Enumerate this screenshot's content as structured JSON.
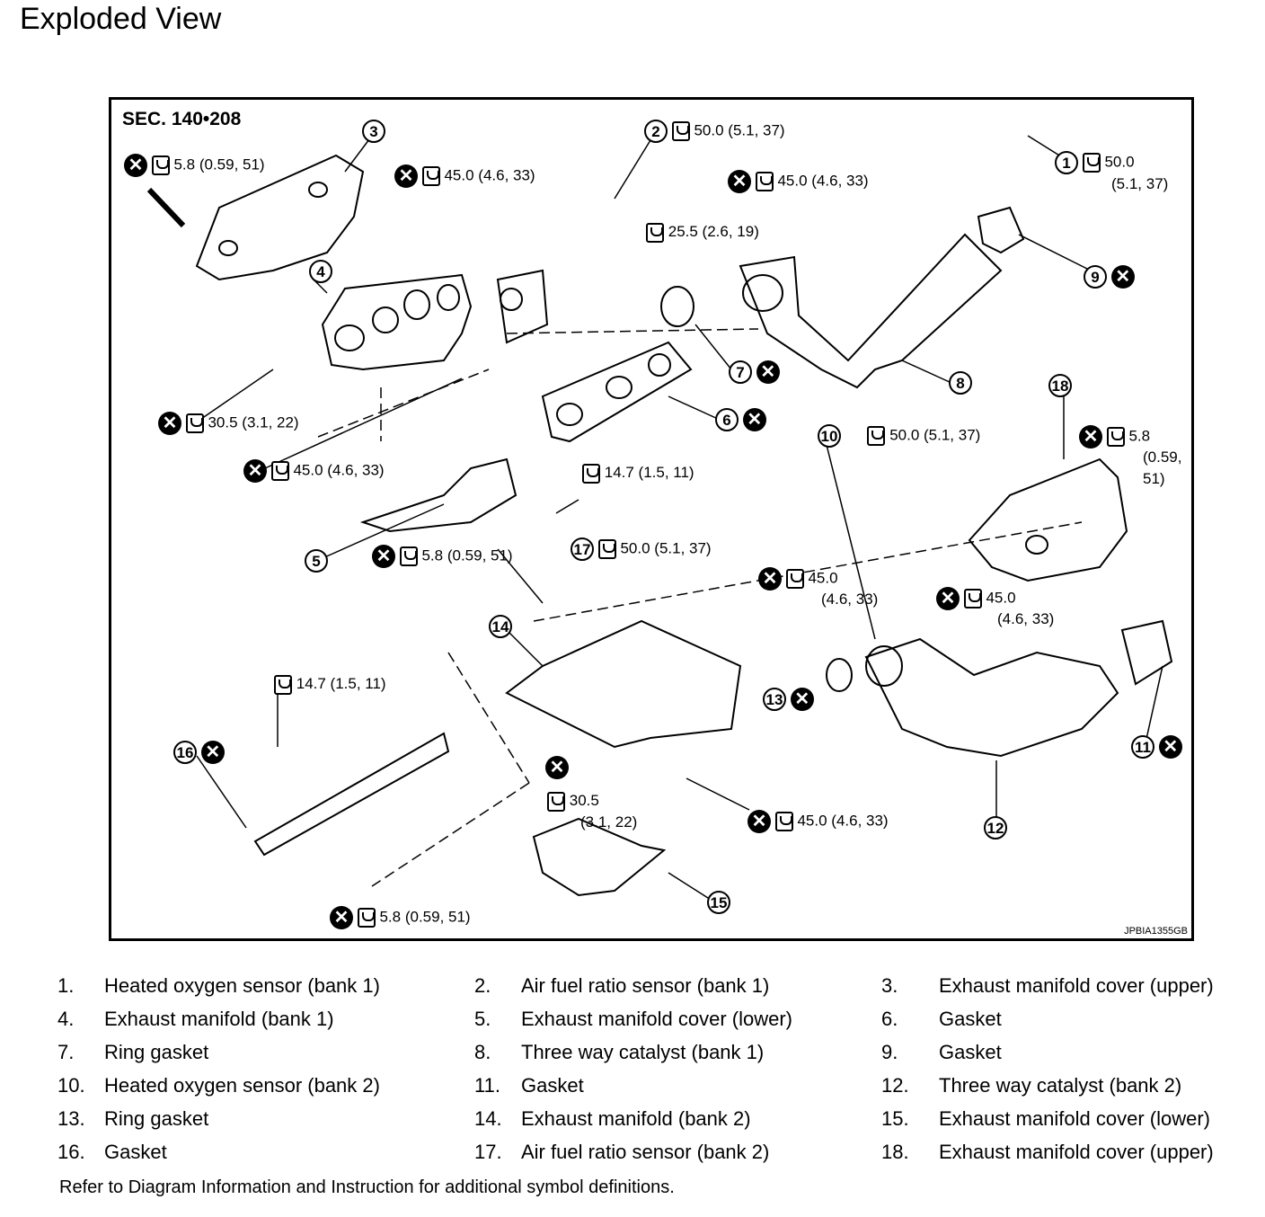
{
  "title": "Exploded View",
  "diagram": {
    "section": "SEC. 140•208",
    "ref_code": "JPBIA1355GB",
    "callouts": {
      "c1_num": "1",
      "c1_torque": "50.0",
      "c1_torque2": "(5.1, 37)",
      "c2_num": "2",
      "c2_torque": "50.0 (5.1, 37)",
      "c3_num": "3",
      "t_58_top": "5.8 (0.59, 51)",
      "t_45_a": "45.0 (4.6, 33)",
      "t_45_b": "45.0 (4.6, 33)",
      "t_255": "25.5 (2.6, 19)",
      "c4_num": "4",
      "c9_num": "9",
      "c7_num": "7",
      "c8_num": "8",
      "t_305": "30.5 (3.1, 22)",
      "c6_num": "6",
      "t_45_c": "45.0 (4.6, 33)",
      "t_147_a": "14.7 (1.5, 11)",
      "c10_num": "10",
      "c10_torque": "50.0 (5.1, 37)",
      "c18_num": "18",
      "t_58_r1": "5.8",
      "t_58_r2": "(0.59,",
      "t_58_r3": "51)",
      "c5_num": "5",
      "t_58_mid": "5.8 (0.59, 51)",
      "c17_num": "17",
      "c17_torque": "50.0 (5.1, 37)",
      "t_45_d1": "45.0",
      "t_45_d2": "(4.6, 33)",
      "t_45_e1": "45.0",
      "t_45_e2": "(4.6, 33)",
      "c14_num": "14",
      "t_147_b": "14.7 (1.5, 11)",
      "c13_num": "13",
      "c16_num": "16",
      "c11_num": "11",
      "t_305_b1": "30.5",
      "t_305_b2": "(3.1, 22)",
      "c12_num": "12",
      "t_45_f": "45.0 (4.6, 33)",
      "c15_num": "15",
      "t_58_bot": "5.8 (0.59, 51)"
    }
  },
  "legend": [
    {
      "num": "1.",
      "label": "Heated oxygen sensor (bank 1)"
    },
    {
      "num": "2.",
      "label": "Air fuel ratio sensor (bank 1)"
    },
    {
      "num": "3.",
      "label": "Exhaust manifold cover (upper)"
    },
    {
      "num": "4.",
      "label": "Exhaust manifold (bank 1)"
    },
    {
      "num": "5.",
      "label": "Exhaust manifold cover (lower)"
    },
    {
      "num": "6.",
      "label": "Gasket"
    },
    {
      "num": "7.",
      "label": "Ring gasket"
    },
    {
      "num": "8.",
      "label": "Three way catalyst (bank 1)"
    },
    {
      "num": "9.",
      "label": "Gasket"
    },
    {
      "num": "10.",
      "label": "Heated oxygen sensor (bank 2)"
    },
    {
      "num": "11.",
      "label": "Gasket"
    },
    {
      "num": "12.",
      "label": "Three way catalyst (bank 2)"
    },
    {
      "num": "13.",
      "label": "Ring gasket"
    },
    {
      "num": "14.",
      "label": "Exhaust manifold (bank 2)"
    },
    {
      "num": "15.",
      "label": "Exhaust manifold cover (lower)"
    },
    {
      "num": "16.",
      "label": "Gasket"
    },
    {
      "num": "17.",
      "label": "Air fuel ratio sensor (bank 2)"
    },
    {
      "num": "18.",
      "label": "Exhaust manifold cover (upper)"
    }
  ],
  "footnote": "Refer to Diagram Information and Instruction for additional symbol definitions.",
  "icons": {
    "replace": "x-mark-icon",
    "torque": "torque-wrench-icon"
  }
}
